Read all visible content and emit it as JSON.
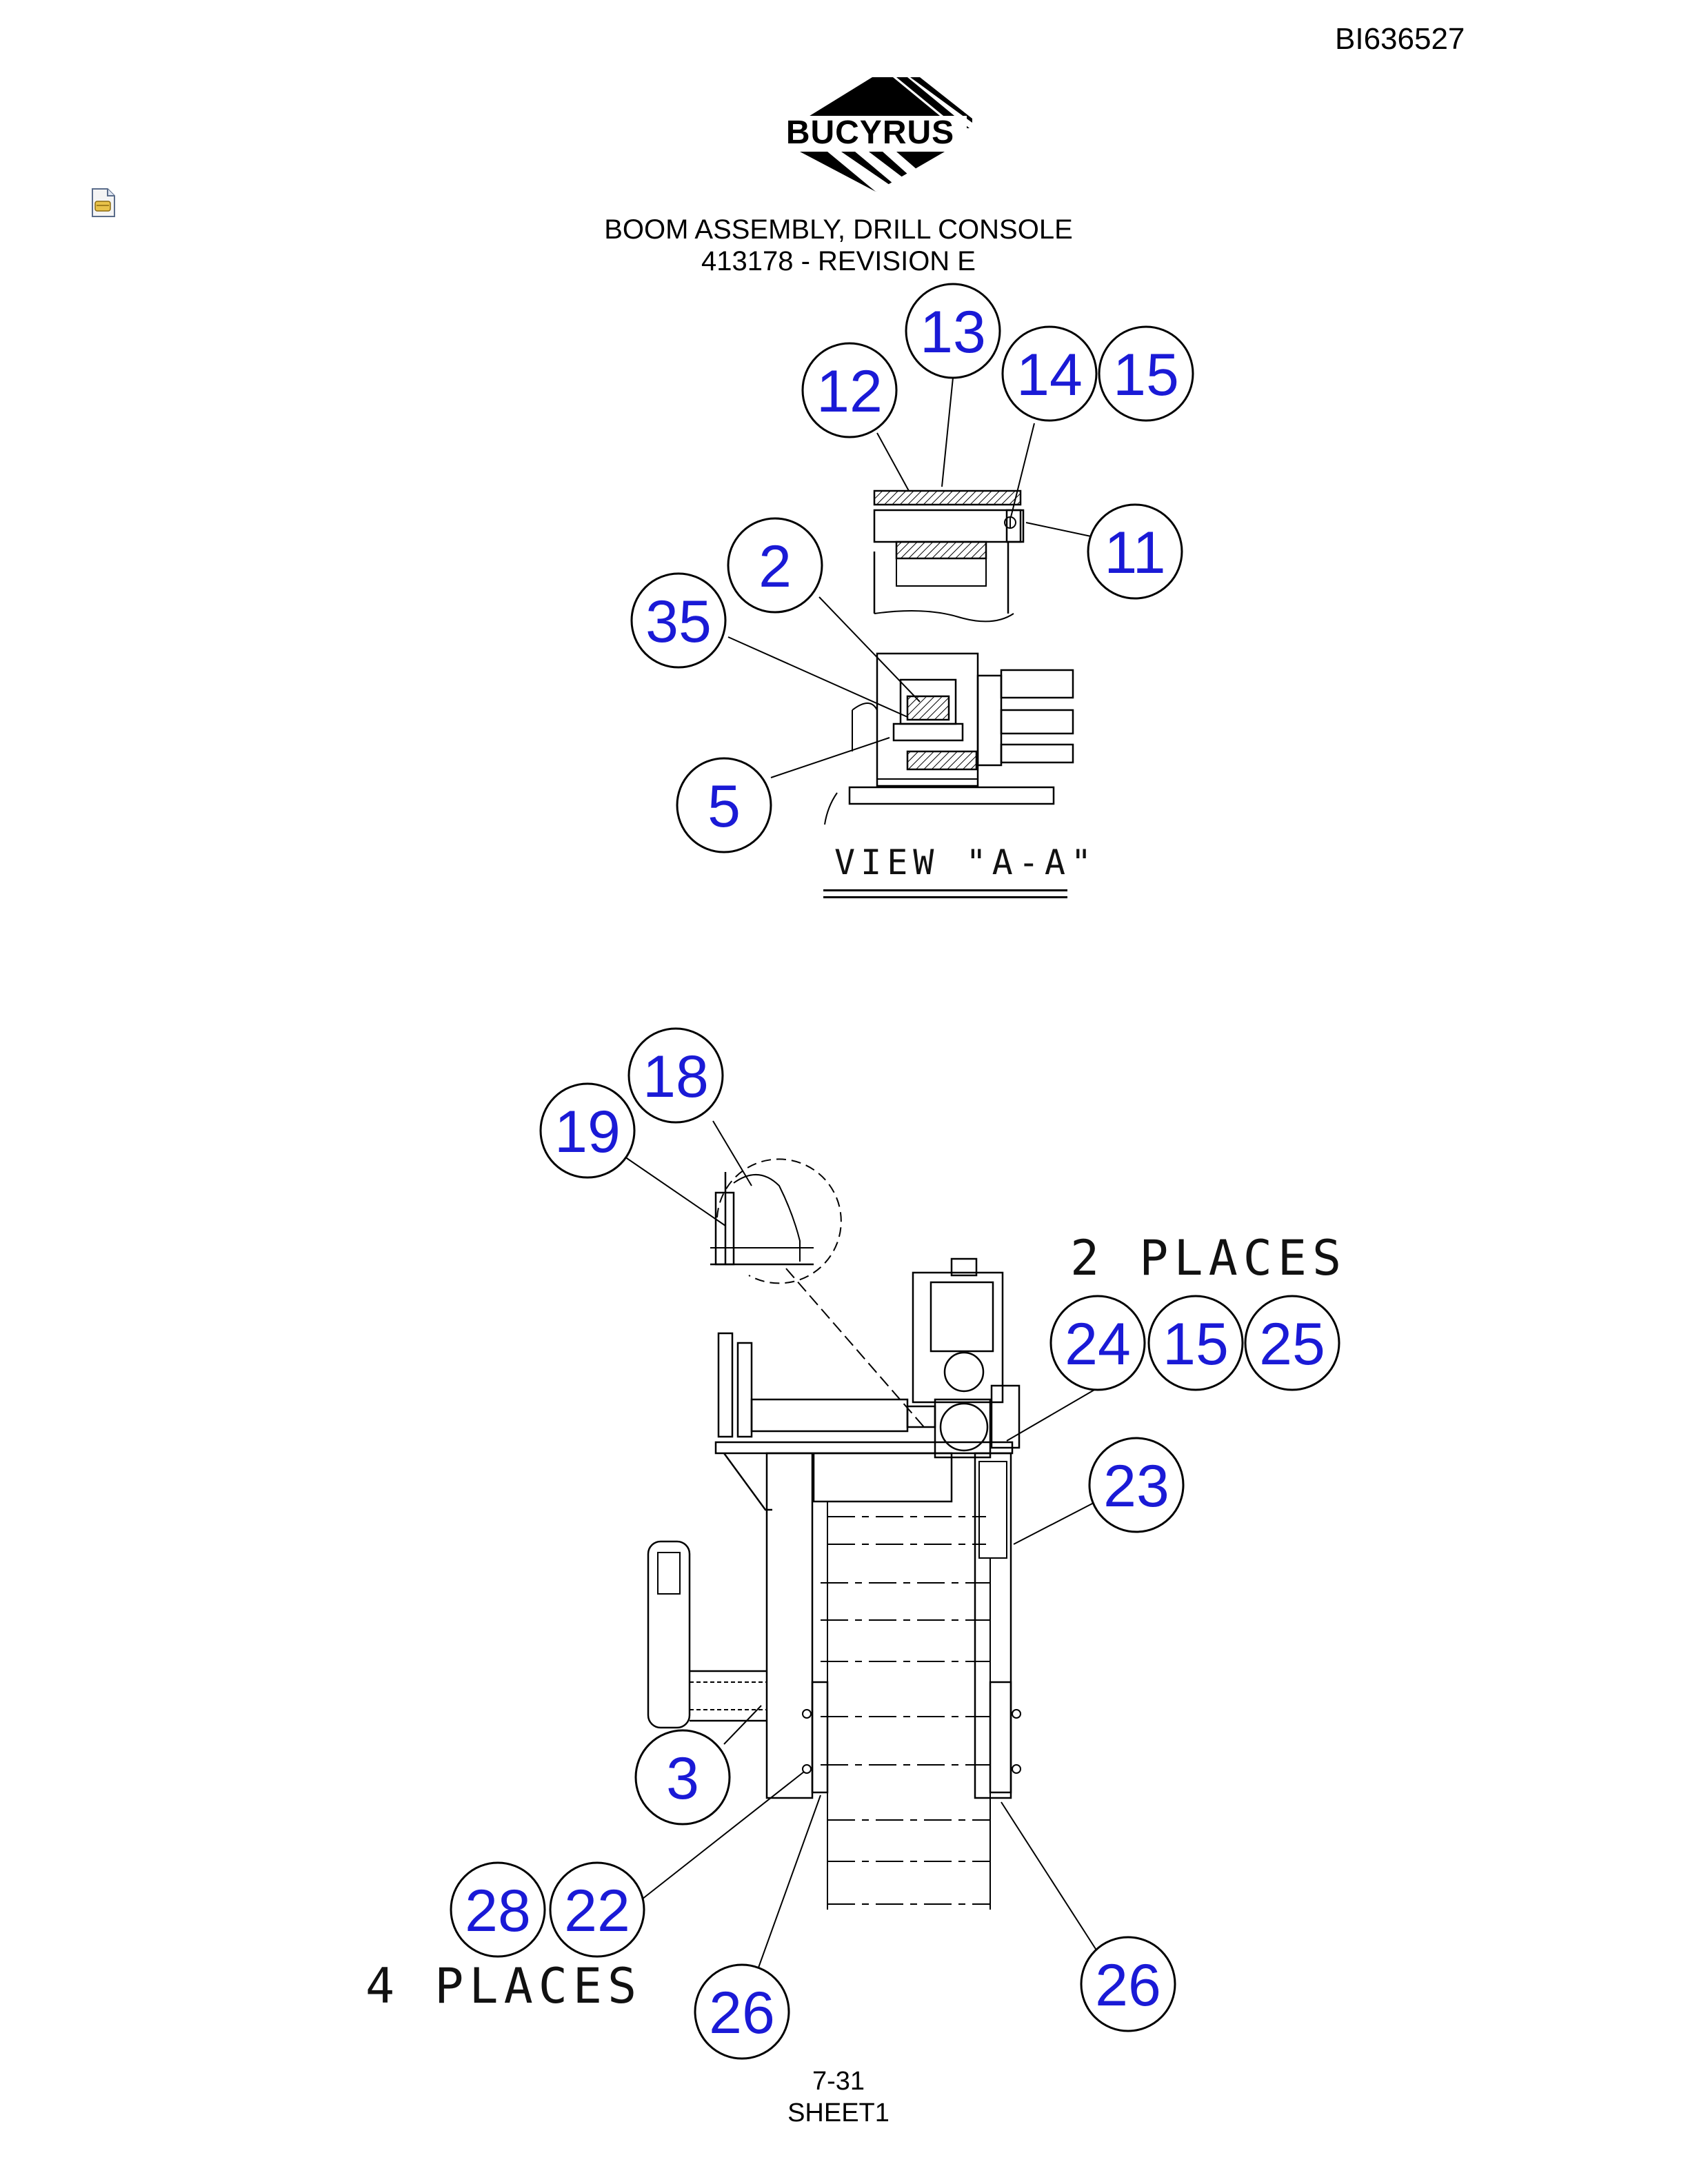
{
  "document": {
    "id": "BI636527",
    "brand": "BUCYRUS",
    "title_line1": "BOOM ASSEMBLY, DRILL CONSOLE",
    "title_line2": "413178 - REVISION E",
    "page_number": "7-31",
    "sheet": "SHEET1"
  },
  "notes": {
    "view_label": "VIEW \"A-A\"",
    "two_places": "2 PLACES",
    "four_places": "4 PLACES"
  },
  "balloons": {
    "b13": "13",
    "b12": "12",
    "b14": "14",
    "b15a": "15",
    "b11": "11",
    "b2": "2",
    "b35": "35",
    "b5": "5",
    "b18": "18",
    "b19": "19",
    "b24": "24",
    "b15b": "15",
    "b25": "25",
    "b23": "23",
    "b3": "3",
    "b28": "28",
    "b22": "22",
    "b26a": "26",
    "b26b": "26"
  },
  "icons": {
    "file": "document-icon",
    "logo": "bucyrus-logo-icon"
  },
  "colors": {
    "balloon_text": "#1a1ad6",
    "line": "#000000"
  }
}
